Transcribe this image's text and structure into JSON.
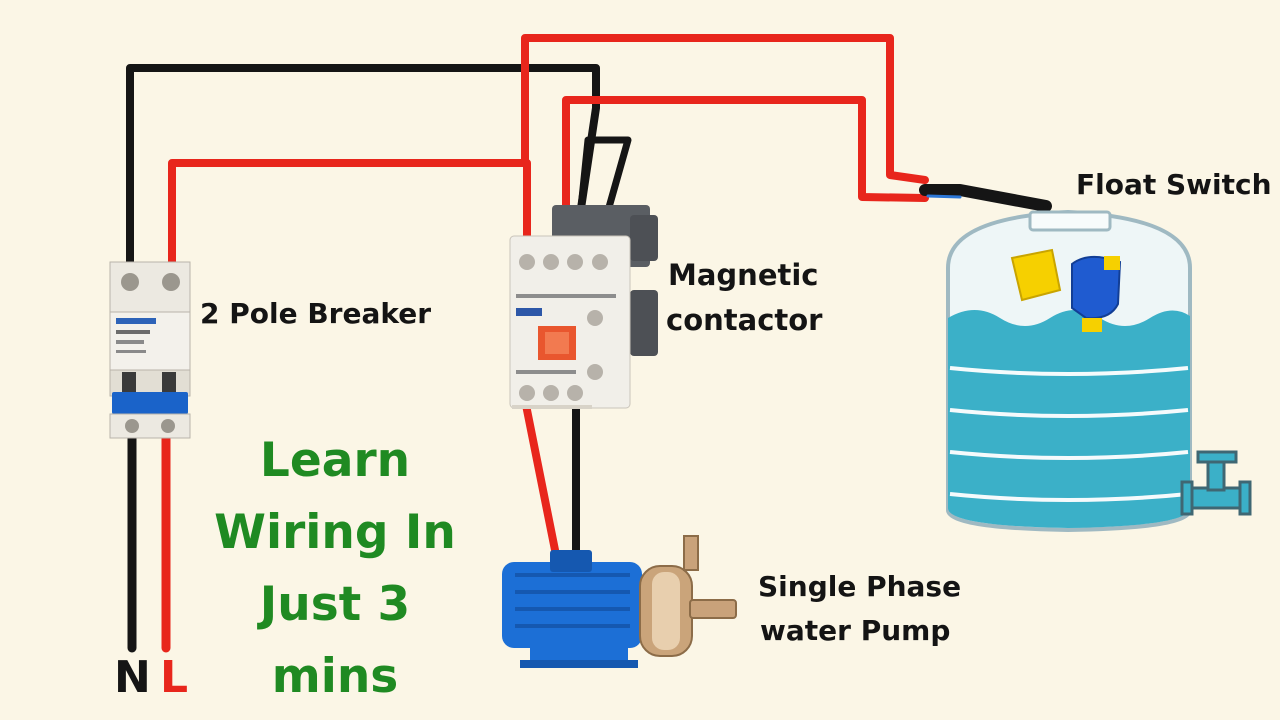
{
  "labels": {
    "float_switch": "Float Switch",
    "breaker": "2 Pole Breaker",
    "contactor_line1": "Magnetic",
    "contactor_line2": "contactor",
    "pump_line1": "Single Phase",
    "pump_line2": "water Pump",
    "neutral": "N",
    "live": "L"
  },
  "headline": {
    "line1": "Learn",
    "line2": "Wiring In",
    "line3": "Just 3",
    "line4": "mins"
  },
  "colors": {
    "background": "#fbf6e6",
    "live_wire": "#e8261c",
    "neutral_wire": "#151515",
    "headline": "#1f8a22",
    "breaker_blue": "#1a63c9",
    "tank_water": "#3bb0c8",
    "pump_blue": "#1c6fd6",
    "float_yellow": "#f6d000",
    "float_blue": "#1f5bd0"
  }
}
